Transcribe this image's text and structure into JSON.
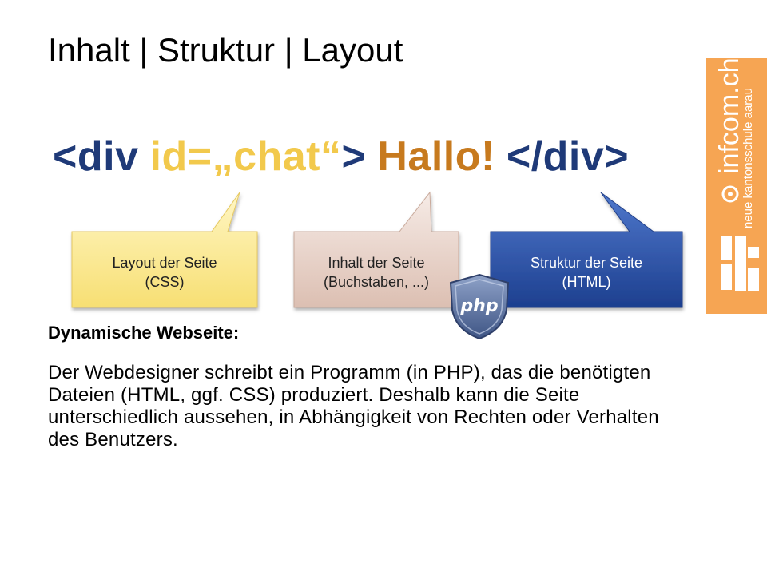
{
  "slide": {
    "title": "Inhalt | Struktur | Layout"
  },
  "code_line": {
    "open_tag": "<div",
    "attribute": "id=„chat“",
    "close_bracket": ">",
    "content": "Hallo!",
    "end_tag": "</div>"
  },
  "callouts": [
    {
      "line1": "Layout der Seite",
      "line2": "(CSS)"
    },
    {
      "line1": "Inhalt der Seite",
      "line2": "(Buchstaben, ...)"
    },
    {
      "line1": "Struktur der Seite",
      "line2": "(HTML)"
    }
  ],
  "badge": {
    "label": "php"
  },
  "logo": {
    "main": "infcom.ch",
    "sub": "neue kantonsschule aarau"
  },
  "section": {
    "heading": "Dynamische Webseite:",
    "body": "Der Webdesigner schreibt ein Programm (in PHP), das die benötigten Dateien (HTML, ggf. CSS) produziert. Deshalb kann die Seite unterschiedlich aussehen, in Abhängigkeit von Rechten oder Verhalten des Benutzers."
  },
  "colors": {
    "tag_blue": "#1f3a78",
    "attr_yellow": "#f2c94c",
    "content_orange": "#c77a1e",
    "logo_orange": "#f6a553",
    "callout_css": "#fbeea0",
    "callout_content": "#eedad0",
    "callout_html": "#2e54a8"
  }
}
